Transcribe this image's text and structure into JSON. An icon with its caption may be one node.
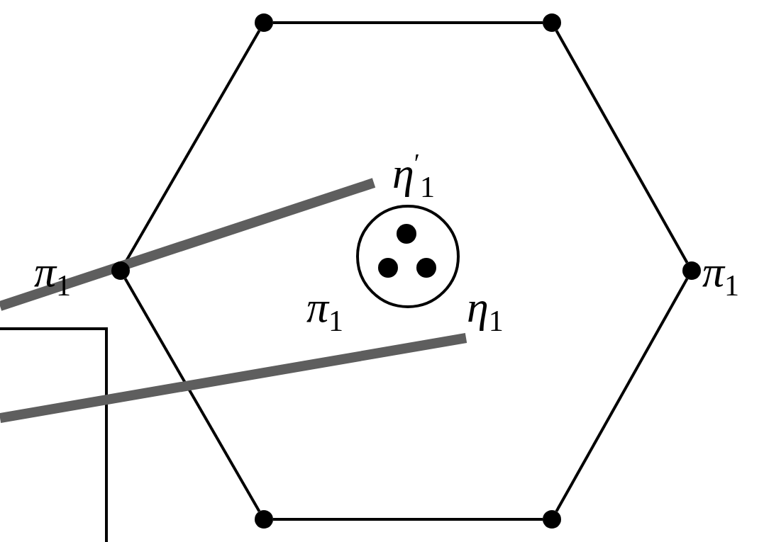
{
  "diagram": {
    "nodes": [
      {
        "text": [],
        "shape": "circle"
      },
      {
        "text": [],
        "shape": "circle"
      },
      {
        "text": [],
        "shape": "circle",
        "beside": [
          "π$_{1}$"
        ]
      },
      {
        "text": [],
        "shape": "circle"
      },
      {
        "text": [],
        "shape": "circle",
        "in": 3
      },
      {
        "text": [],
        "shape": "circle",
        "in": 3
      },
      {
        "text": [],
        "shape": "circle",
        "in": 3
      },
      {
        "text": [],
        "shape": "circle",
        "beside": [
          "π$_{1}$"
        ]
      },
      {
        "text": [],
        "shape": "circle"
      },
      {
        "text": [],
        "shape": "circle"
      }
    ],
    "edges": [
      {
        "from": 0,
        "to": 1,
        "arrow": "none"
      },
      {
        "from": 1,
        "to": 7,
        "arrow": "none"
      },
      {
        "from": 7,
        "to": 9,
        "arrow": "none"
      },
      {
        "from": 9,
        "to": 8,
        "arrow": "none"
      },
      {
        "from": 8,
        "to": 2,
        "arrow": "none"
      },
      {
        "from": 2,
        "to": 0,
        "arrow": "none"
      }
    ],
    "labels": [
      "η$^{′}$$_{1}$",
      "π$_{1}$",
      "η$_{1}$"
    ]
  }
}
